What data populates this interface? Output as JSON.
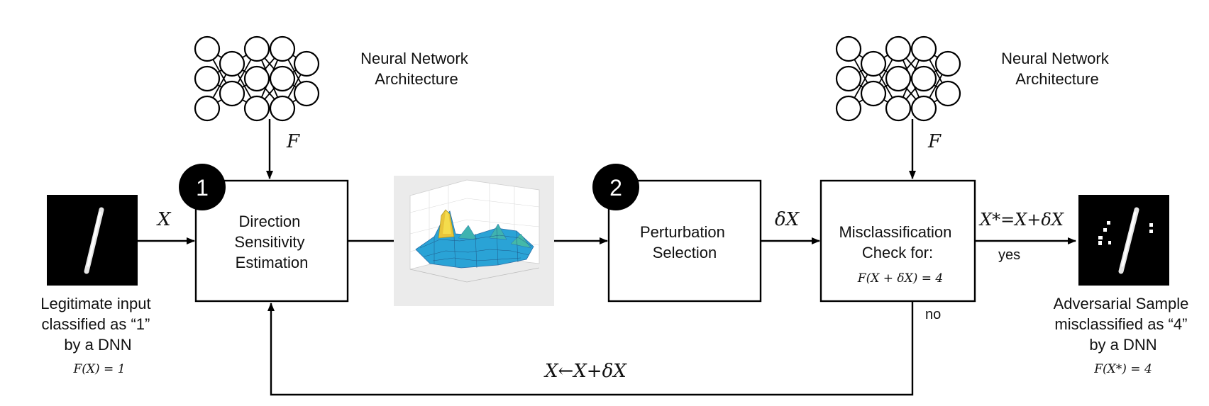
{
  "steps": [
    {
      "number": "1",
      "lines": [
        "Direction",
        "Sensitivity",
        "Estimation"
      ]
    },
    {
      "number": "2",
      "lines": [
        "Perturbation",
        "Selection"
      ]
    },
    {
      "lines": [
        "Misclassification",
        "Check for:"
      ],
      "formula": "F(X + δX) = 4"
    }
  ],
  "network_label": [
    "Neural Network",
    "Architecture"
  ],
  "model_symbol": "F",
  "input_symbol": "X",
  "perturbation_symbol": "δX",
  "output_formula": "X*=X+δX",
  "loop_formula": "X←X+δX",
  "branch_yes": "yes",
  "branch_no": "no",
  "input_caption": [
    "Legitimate input",
    "classified as “1”",
    "by a DNN"
  ],
  "input_formula": "F(X) = 1",
  "output_caption": [
    "Adversarial Sample",
    "misclassified as “4”",
    "by a DNN"
  ],
  "output_formula_caption": "F(X*) = 4"
}
